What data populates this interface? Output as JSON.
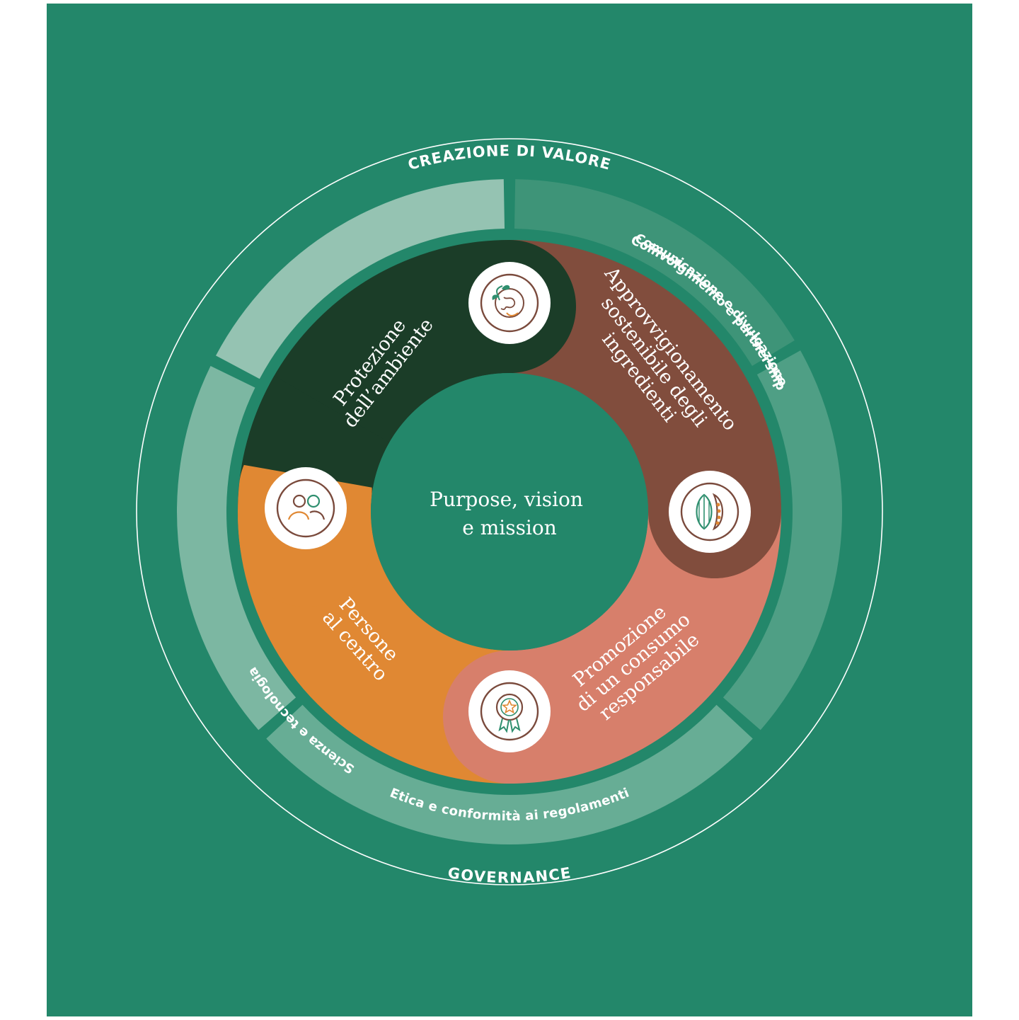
{
  "outer_labels": {
    "top": "CREAZIONE DI VALORE",
    "bottom": "GOVERNANCE"
  },
  "ring_segments": [
    {
      "id": "coinvolgimento",
      "label": "Coinvolgimento e partnership"
    },
    {
      "id": "comunicazione",
      "label": "Comunicazione e divulgazione"
    },
    {
      "id": "etica",
      "label": "Etica e conformità ai regolamenti"
    },
    {
      "id": "scienza",
      "label": "Scienza e tecnologia"
    }
  ],
  "pillars": [
    {
      "id": "ambiente",
      "lines": [
        "Protezione",
        "dell’ambiente"
      ],
      "icon": "earth-plant-icon"
    },
    {
      "id": "approvvigionamento",
      "lines": [
        "Approvvigionamento",
        "sostenibile degli",
        "ingredienti"
      ],
      "icon": "cocoa-pod-icon"
    },
    {
      "id": "consumo",
      "lines": [
        "Promozione",
        "di un consumo",
        "responsabile"
      ],
      "icon": "award-ribbon-icon"
    },
    {
      "id": "persone",
      "lines": [
        "Persone",
        "al centro"
      ],
      "icon": "people-icon"
    }
  ],
  "center": {
    "lines": [
      "Purpose, vision",
      "e mission"
    ]
  },
  "colors": {
    "background": "#23876A",
    "ring_top_left": "#95C3B2",
    "ring_top_right": "#3E9478",
    "ring_right": "#4F9F85",
    "ring_bottom": "#67AD95",
    "ring_left": "#7CB7A2",
    "ambiente": "#1B3D28",
    "approvvigionamento": "#814D3D",
    "consumo": "#D77F6B",
    "persone": "#E08833",
    "icon_ring": "#7A4A3C",
    "icon_green": "#2F8F6F",
    "icon_orange": "#E08833"
  }
}
